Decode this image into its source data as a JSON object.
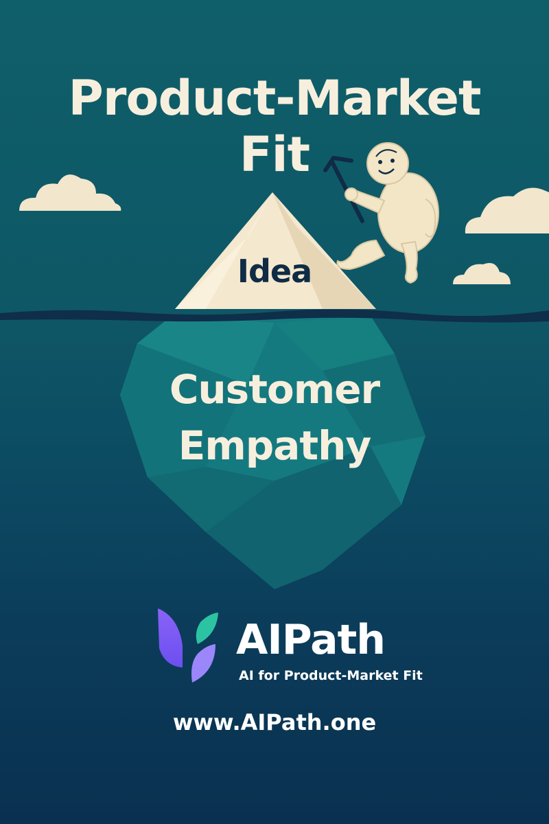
{
  "title": {
    "line1": "Product-Market",
    "line2": "Fit"
  },
  "iceberg": {
    "tip_label": "Idea",
    "underwater_line1": "Customer",
    "underwater_line2": "Empathy"
  },
  "brand": {
    "name": "AIPath",
    "tagline": "AI for Product-Market Fit",
    "url": "www.AIPath.one"
  },
  "colors": {
    "cream": "#f7efdd",
    "navy": "#0f2b45",
    "teal_bg": "#0f5f6a",
    "deep_bg": "#0a3050",
    "logo_purple": "#7b5cf5",
    "logo_teal": "#2cc3a3"
  },
  "icons": [
    "cloud-icon",
    "iceberg-illustration",
    "yeti-climber-illustration",
    "ice-axe-icon",
    "aipath-logo-icon"
  ]
}
